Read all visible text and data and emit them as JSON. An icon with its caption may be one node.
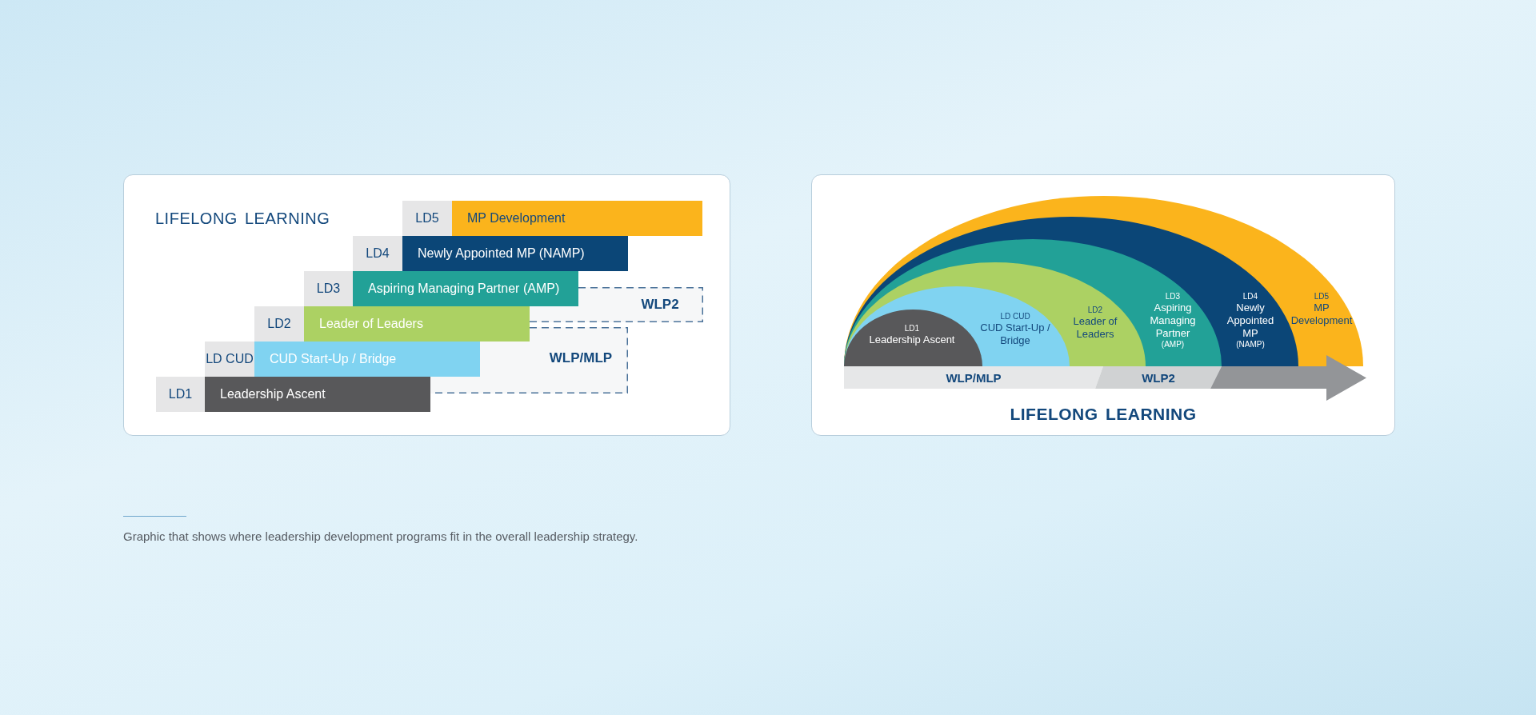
{
  "diagram": {
    "caption": "Graphic that shows where leadership development programs fit in the overall leadership strategy.",
    "nodes": [
      {
        "text": [
          "LIFELONG LEARNING"
        ]
      },
      {
        "text": [
          "LD5"
        ],
        "in": 0
      },
      {
        "text": [
          "MP Development"
        ],
        "in": 0
      },
      {
        "text": [
          "LD4"
        ],
        "in": 0
      },
      {
        "text": [
          "Newly Appointed MP (NAMP)"
        ],
        "in": 0
      },
      {
        "text": [
          "LD3"
        ],
        "in": 0
      },
      {
        "text": [
          "Aspiring Managing Partner (AMP)"
        ],
        "in": 0
      },
      {
        "text": [
          "WLP2"
        ],
        "in": 0
      },
      {
        "text": [
          "LD2"
        ],
        "in": 0
      },
      {
        "text": [
          "Leader of Leaders"
        ],
        "in": 0
      },
      {
        "text": [
          "LD CUD"
        ],
        "in": 0
      },
      {
        "text": [
          "CUD Start-Up / Bridge"
        ],
        "in": 0
      },
      {
        "text": [
          "WLP/MLP"
        ],
        "in": 0
      },
      {
        "text": [
          "LD1"
        ],
        "in": 0
      },
      {
        "text": [
          "Leadership Ascent"
        ],
        "in": 0
      },
      {
        "text": [
          "LIFELONG LEARNING"
        ]
      },
      {
        "text": [
          "LD5",
          "MP Development"
        ],
        "in": 15
      },
      {
        "text": [
          "LD4",
          "Newly Appointed MP",
          "(NAMP)"
        ],
        "in": 16
      },
      {
        "text": [
          "LD3",
          "Aspiring Managing Partner",
          "(AMP)"
        ],
        "in": 17
      },
      {
        "text": [
          "LD2",
          "Leader of Leaders"
        ],
        "in": 18
      },
      {
        "text": [
          "LD CUD",
          "CUD Start-Up / Bridge"
        ],
        "in": 19
      },
      {
        "text": [
          "LD1",
          "Leadership Ascent"
        ],
        "in": 20
      },
      {
        "text": [
          "WLP/MLP"
        ],
        "in": 15
      },
      {
        "text": [
          "WLP2"
        ],
        "in": 15
      }
    ]
  }
}
